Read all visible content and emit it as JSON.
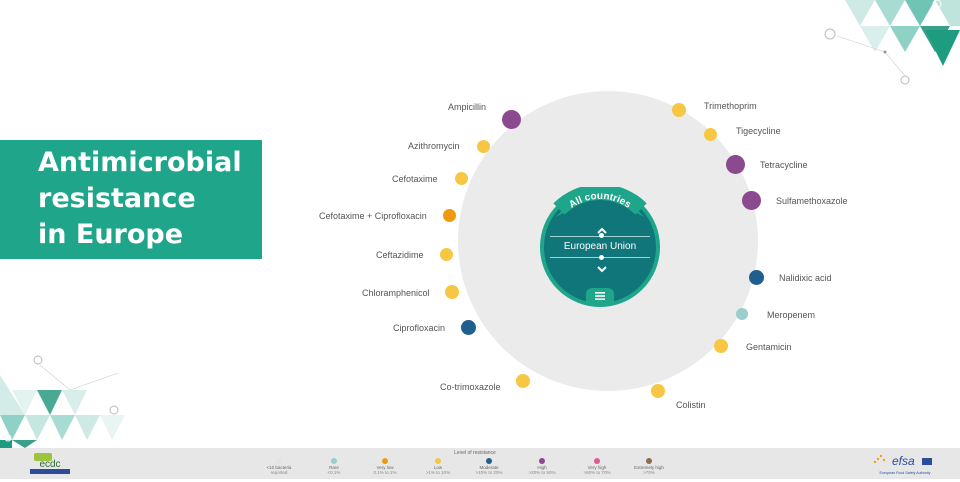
{
  "title": {
    "lines": [
      "Antimicrobial",
      "resistance",
      "in Europe"
    ]
  },
  "selector": {
    "arc_label": "All countries",
    "value": "European Union",
    "up_icon": "chevron-up-icon",
    "down_icon": "chevron-down-icon",
    "menu_icon": "menu-icon"
  },
  "antimicrobials": [
    {
      "name": "Ampicillin",
      "level": "high",
      "color": "#8b4a8f"
    },
    {
      "name": "Azithromycin",
      "level": "low",
      "color": "#f7c744"
    },
    {
      "name": "Cefotaxime",
      "level": "low",
      "color": "#f7c744"
    },
    {
      "name": "Cefotaxime + Ciprofloxacin",
      "level": "very-low",
      "color": "#ee9a10"
    },
    {
      "name": "Ceftazidime",
      "level": "low",
      "color": "#f7c744"
    },
    {
      "name": "Chloramphenicol",
      "level": "low",
      "color": "#f7c744"
    },
    {
      "name": "Ciprofloxacin",
      "level": "moderate",
      "color": "#1f5f8f"
    },
    {
      "name": "Co-trimoxazole",
      "level": "low",
      "color": "#f7c744"
    },
    {
      "name": "Colistin",
      "level": "low",
      "color": "#f7c744"
    },
    {
      "name": "Gentamicin",
      "level": "low",
      "color": "#f7c744"
    },
    {
      "name": "Meropenem",
      "level": "rare",
      "color": "#9ccdcd"
    },
    {
      "name": "Nalidixic acid",
      "level": "moderate",
      "color": "#1f5f8f"
    },
    {
      "name": "Sulfamethoxazole",
      "level": "high",
      "color": "#8b4a8f"
    },
    {
      "name": "Tetracycline",
      "level": "high",
      "color": "#8b4a8f"
    },
    {
      "name": "Tigecycline",
      "level": "low",
      "color": "#f7c744"
    },
    {
      "name": "Trimethoprim",
      "level": "low",
      "color": "#f7c744"
    }
  ],
  "legend": {
    "title": "Level of resistance",
    "items": [
      {
        "name": "<10 bacteria",
        "range": "reported",
        "color": "#e4e4e4"
      },
      {
        "name": "Rare",
        "range": "<0.1%",
        "color": "#9ccdcd"
      },
      {
        "name": "Very low",
        "range": "0.1% to 1%",
        "color": "#ee9a10"
      },
      {
        "name": "Low",
        "range": ">1% to 10%",
        "color": "#f7c744"
      },
      {
        "name": "Moderate",
        "range": ">10% to 20%",
        "color": "#1f5f8f"
      },
      {
        "name": "High",
        "range": ">20% to 50%",
        "color": "#8b4a8f"
      },
      {
        "name": "Very high",
        "range": ">50% to 70%",
        "color": "#e05a90"
      },
      {
        "name": "Extremely high",
        "range": ">70%",
        "color": "#8a6d52"
      }
    ]
  },
  "logos": {
    "ecdc": "ecdc",
    "efsa": "efsa",
    "efsa_sub": "European Food Safety Authority"
  },
  "colors": {
    "accent": "#1ea58a",
    "center": "#10767a"
  }
}
